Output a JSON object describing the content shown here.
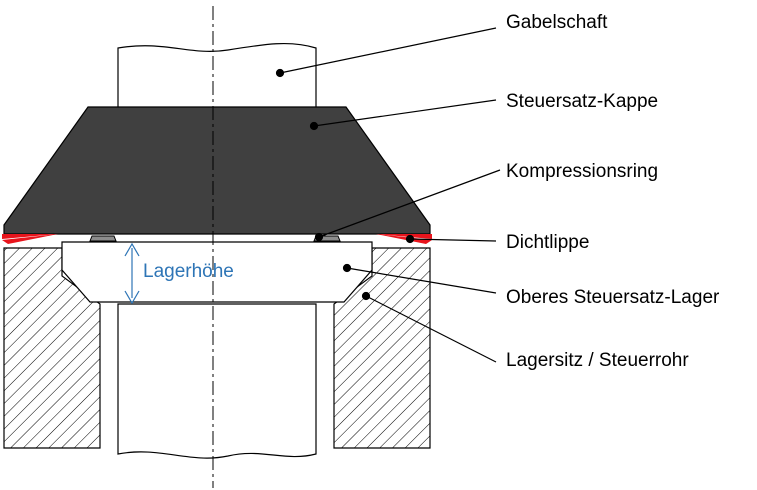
{
  "labels": {
    "gabelschaft": "Gabelschaft",
    "kappe": "Steuersatz-Kappe",
    "kompressionsring": "Kompressionsring",
    "dichtlippe": "Dichtlippe",
    "lager": "Oberes Steuersatz-Lager",
    "lagersitz": "Lagersitz / Steuerrohr"
  },
  "dimension": {
    "label": "Lagerhöhe"
  },
  "colors": {
    "cap_fill": "#404040",
    "seal_lip": "#e8141c",
    "dimension": "#2e75b6",
    "outline": "#000000",
    "bearing_fill": "#ffffff",
    "ring_fill": "#8c8c8c"
  }
}
